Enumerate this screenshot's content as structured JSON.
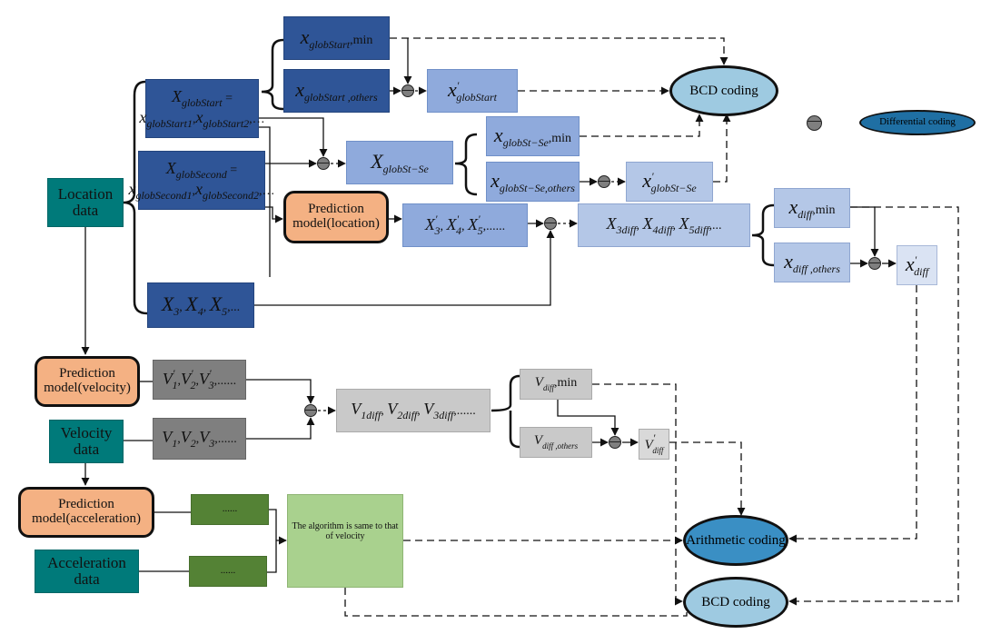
{
  "colors": {
    "dark_blue": "#2f5597",
    "teal": "#007a7a",
    "orange": "#f4b183",
    "arithmetic": "#3a8fc4",
    "bcd": "#9ecae1",
    "differential": "#1f6fa3",
    "dark_green": "#548235",
    "light_green": "#a9d18e"
  },
  "legend": {
    "icon": "differential-operator-icon",
    "label": "Differential coding"
  },
  "sources": {
    "location": "Location data",
    "velocity": "Velocity data",
    "acceleration": "Acceleration data"
  },
  "models": {
    "location": "Prediction model(location)",
    "velocity": "Prediction model(velocity)",
    "acceleration": "Prediction model(acceleration)"
  },
  "coders": {
    "bcd_top": "BCD coding",
    "arithmetic": "Arithmetic coding",
    "bcd_bottom": "BCD coding"
  },
  "acceleration_branch": {
    "predicted": "......",
    "actual": "......",
    "note": "The algorithm is same to that of velocity"
  },
  "math": {
    "x_globstart_set": [
      [
        "i",
        "X"
      ],
      [
        "sub",
        "globStart"
      ],
      [
        "t",
        " ="
      ],
      [
        "br"
      ],
      [
        "i",
        "x"
      ],
      [
        "sub",
        "globStart1"
      ],
      [
        "t",
        ","
      ],
      [
        "i",
        "x"
      ],
      [
        "sub",
        "globStart2"
      ],
      [
        "t",
        ",…"
      ]
    ],
    "x_globsecond_set": [
      [
        "i",
        "X"
      ],
      [
        "sub",
        "globSecond"
      ],
      [
        "t",
        " ="
      ],
      [
        "br"
      ],
      [
        "i",
        "x"
      ],
      [
        "sub",
        "globSecond1"
      ],
      [
        "t",
        ","
      ],
      [
        "i",
        "x"
      ],
      [
        "sub",
        "globSecond2"
      ],
      [
        "t",
        ",…"
      ]
    ],
    "x_seq": [
      [
        "i",
        "X"
      ],
      [
        "sub",
        "3"
      ],
      [
        "t",
        ", "
      ],
      [
        "i",
        "X"
      ],
      [
        "sub",
        "4"
      ],
      [
        "t",
        ", "
      ],
      [
        "i",
        "X"
      ],
      [
        "sub",
        "5"
      ],
      [
        "t",
        ",..."
      ]
    ],
    "x_globstart_min": [
      [
        "i",
        "x"
      ],
      [
        "sub",
        "globStart"
      ],
      [
        "t",
        ",min"
      ]
    ],
    "x_globstart_others": [
      [
        "i",
        "x"
      ],
      [
        "sub",
        "globStart ,others"
      ]
    ],
    "x_globstart_prime": [
      [
        "i",
        "x"
      ],
      [
        "sup",
        "'"
      ],
      [
        "sub",
        "globStart"
      ]
    ],
    "x_globst_se": [
      [
        "i",
        "X"
      ],
      [
        "sub",
        "globSt−Se"
      ]
    ],
    "x_globst_se_min": [
      [
        "i",
        "x"
      ],
      [
        "sub",
        "globSt−Se"
      ],
      [
        "t",
        ",min"
      ]
    ],
    "x_globst_se_others": [
      [
        "i",
        "x"
      ],
      [
        "sub",
        "globSt−Se,others"
      ]
    ],
    "x_globst_se_prime": [
      [
        "i",
        "x"
      ],
      [
        "sup",
        "'"
      ],
      [
        "sub",
        "globSt−Se"
      ]
    ],
    "x_pred_seq": [
      [
        "i",
        "X"
      ],
      [
        "sup",
        "'"
      ],
      [
        "sub",
        "3"
      ],
      [
        "t",
        ", "
      ],
      [
        "i",
        "X"
      ],
      [
        "sup",
        "'"
      ],
      [
        "sub",
        "4"
      ],
      [
        "t",
        ", "
      ],
      [
        "i",
        "X"
      ],
      [
        "sup",
        "'"
      ],
      [
        "sub",
        "5"
      ],
      [
        "t",
        ",......"
      ]
    ],
    "x_diff_seq": [
      [
        "i",
        "X"
      ],
      [
        "sub",
        "3diff"
      ],
      [
        "t",
        ", "
      ],
      [
        "i",
        "X"
      ],
      [
        "sub",
        "4diff"
      ],
      [
        "t",
        ", "
      ],
      [
        "i",
        "X"
      ],
      [
        "sub",
        "5diff"
      ],
      [
        "t",
        ",..."
      ]
    ],
    "x_diff_min": [
      [
        "i",
        "x"
      ],
      [
        "sub",
        "diff"
      ],
      [
        "t",
        ",min"
      ]
    ],
    "x_diff_others": [
      [
        "i",
        "x"
      ],
      [
        "sub",
        "diff ,others"
      ]
    ],
    "x_diff_prime": [
      [
        "i",
        "x"
      ],
      [
        "sup",
        "'"
      ],
      [
        "sub",
        "diff"
      ]
    ],
    "v_pred_seq": [
      [
        "i",
        "V"
      ],
      [
        "sup",
        "'"
      ],
      [
        "sub",
        "1"
      ],
      [
        "t",
        ","
      ],
      [
        "i",
        "V"
      ],
      [
        "sup",
        "'"
      ],
      [
        "sub",
        "2"
      ],
      [
        "t",
        ","
      ],
      [
        "i",
        "V"
      ],
      [
        "sup",
        "'"
      ],
      [
        "sub",
        "3"
      ],
      [
        "t",
        ",......"
      ]
    ],
    "v_seq": [
      [
        "i",
        "V"
      ],
      [
        "sub",
        "1"
      ],
      [
        "t",
        ","
      ],
      [
        "i",
        "V"
      ],
      [
        "sub",
        "2"
      ],
      [
        "t",
        ","
      ],
      [
        "i",
        "V"
      ],
      [
        "sub",
        "3"
      ],
      [
        "t",
        ",......"
      ]
    ],
    "v_diff_seq": [
      [
        "i",
        "V"
      ],
      [
        "sub",
        "1diff"
      ],
      [
        "t",
        ", "
      ],
      [
        "i",
        "V"
      ],
      [
        "sub",
        "2diff"
      ],
      [
        "t",
        ", "
      ],
      [
        "i",
        "V"
      ],
      [
        "sub",
        "3diff"
      ],
      [
        "t",
        ",......"
      ]
    ],
    "v_diff_min": [
      [
        "i",
        "V"
      ],
      [
        "sub",
        "diff"
      ],
      [
        "t",
        ",min"
      ]
    ],
    "v_diff_others": [
      [
        "i",
        "V"
      ],
      [
        "sub",
        "diff ,others"
      ]
    ],
    "v_diff_prime": [
      [
        "i",
        "V"
      ],
      [
        "sup",
        "'"
      ],
      [
        "sub",
        "diff"
      ]
    ]
  }
}
